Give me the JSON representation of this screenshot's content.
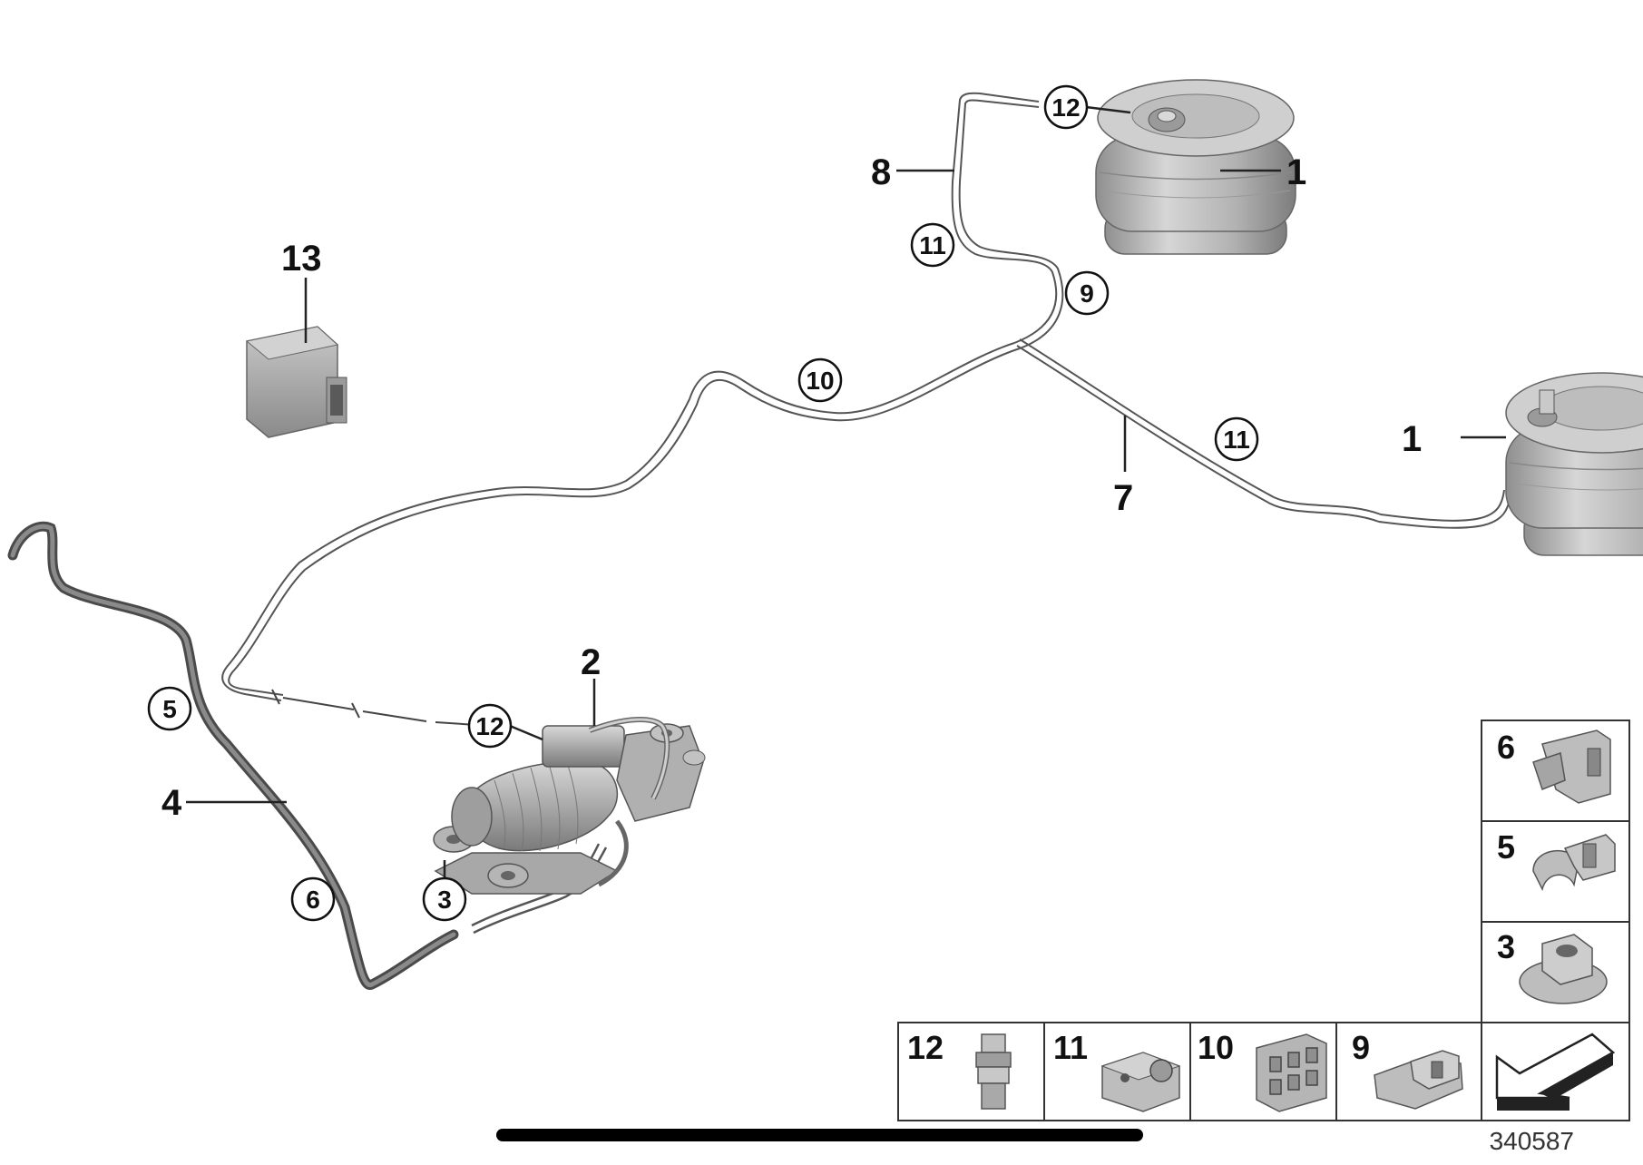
{
  "diagram_id": "340587",
  "labels": {
    "air_spring_upper": "1",
    "air_spring_lower": "1",
    "compressor": "2",
    "rubber_mount": "3",
    "intake_hose": "4",
    "clip_5": "5",
    "clip_6": "6",
    "line_7": "7",
    "line_8": "8",
    "callout_9": "9",
    "callout_10": "10",
    "callout_11_a": "11",
    "callout_11_b": "11",
    "callout_12_top": "12",
    "callout_12_comp": "12",
    "callout_5": "5",
    "callout_6": "6",
    "callout_3": "3",
    "control_unit": "13"
  },
  "legend": {
    "right_column": [
      "6",
      "5",
      "3"
    ],
    "bottom_row": [
      "12",
      "11",
      "10",
      "9"
    ]
  },
  "colors": {
    "line": "#333333",
    "part_fill": "#b9b9b9",
    "part_shade": "#8c8c8c"
  }
}
